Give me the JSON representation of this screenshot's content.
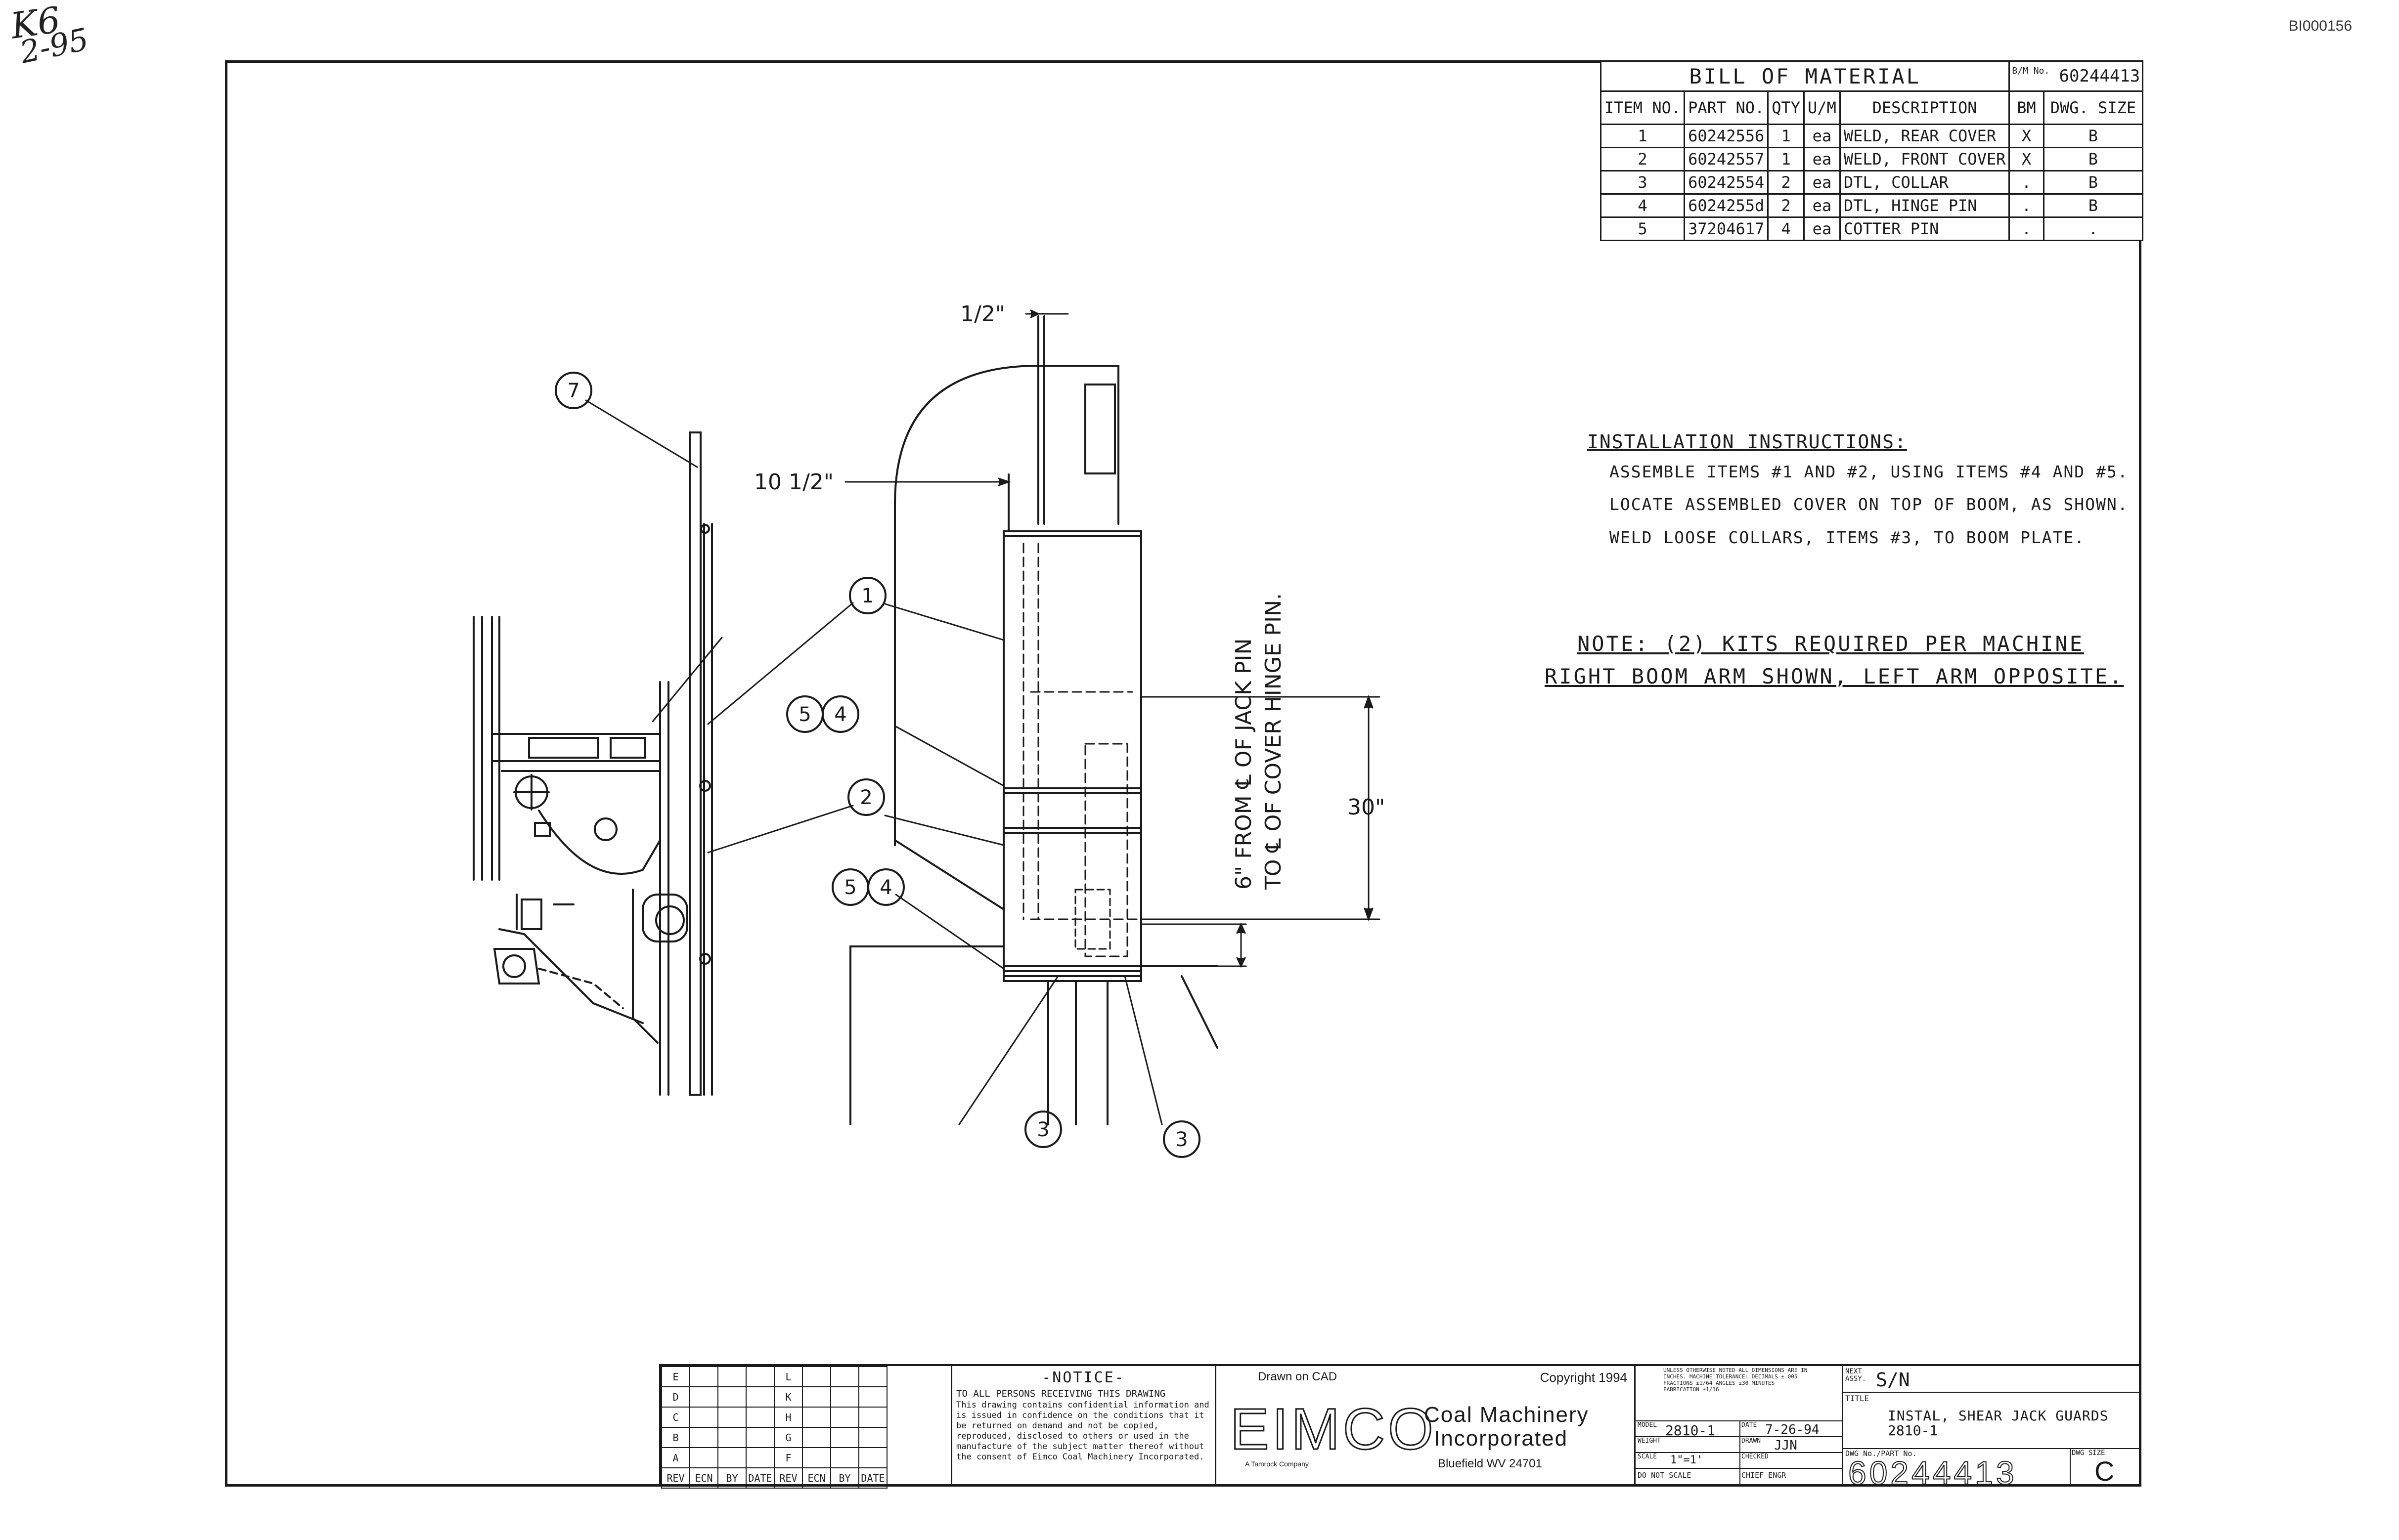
{
  "handwriting": {
    "line1": "K6",
    "line2": "2-95"
  },
  "scan_ref": "BI000156",
  "bom": {
    "title": "BILL OF MATERIAL",
    "bm_no_label": "B/M No.",
    "bm_no": "60244413",
    "headers": {
      "item": "ITEM NO.",
      "part": "PART NO.",
      "qty": "QTY",
      "um": "U/M",
      "desc": "DESCRIPTION",
      "bm": "BM",
      "size": "DWG. SIZE"
    },
    "rows": [
      {
        "item": "1",
        "part": "60242556",
        "qty": "1",
        "um": "ea",
        "desc": "WELD, REAR COVER",
        "bm": "X",
        "size": "B"
      },
      {
        "item": "2",
        "part": "60242557",
        "qty": "1",
        "um": "ea",
        "desc": "WELD, FRONT COVER",
        "bm": "X",
        "size": "B"
      },
      {
        "item": "3",
        "part": "60242554",
        "qty": "2",
        "um": "ea",
        "desc": "DTL, COLLAR",
        "bm": ".",
        "size": "B"
      },
      {
        "item": "4",
        "part": "6024255d",
        "qty": "2",
        "um": "ea",
        "desc": "DTL, HINGE PIN",
        "bm": ".",
        "size": "B"
      },
      {
        "item": "5",
        "part": "37204617",
        "qty": "4",
        "um": "ea",
        "desc": "COTTER PIN",
        "bm": ".",
        "size": "."
      }
    ]
  },
  "instructions": {
    "heading": "INSTALLATION INSTRUCTIONS:",
    "line1": "ASSEMBLE ITEMS #1 AND #2, USING ITEMS #4 AND #5.",
    "line2": "LOCATE ASSEMBLED COVER ON TOP OF BOOM, AS SHOWN.",
    "line3": "WELD LOOSE COLLARS, ITEMS #3, TO BOOM PLATE."
  },
  "note": {
    "line1": "NOTE: (2) KITS REQUIRED PER MACHINE",
    "line2": "RIGHT BOOM ARM SHOWN, LEFT ARM OPPOSITE."
  },
  "dimensions": {
    "half_inch": "1/2\"",
    "ten_half": "10 1/2\"",
    "thirty": "30\"",
    "vertical_note_1": "6\" FROM ℄ OF JACK PIN",
    "vertical_note_2": "TO ℄ OF COVER HINGE PIN."
  },
  "balloons": {
    "b7": "7",
    "b1": "1",
    "b5a": "5",
    "b4a": "4",
    "b2": "2",
    "b5b": "5",
    "b4b": "4",
    "b3a": "3",
    "b3b": "3"
  },
  "title_block": {
    "rev_letters_left": [
      "E",
      "D",
      "C",
      "B",
      "A"
    ],
    "rev_letters_right": [
      "L",
      "K",
      "H",
      "G",
      "F"
    ],
    "rev_headers": [
      "REV",
      "ECN",
      "BY",
      "DATE",
      "REV",
      "ECN",
      "BY",
      "DATE"
    ],
    "notice_title": "-NOTICE-",
    "notice_line1": "TO ALL PERSONS RECEIVING THIS DRAWING",
    "notice_body": "This drawing contains confidential information and is issued in confidence on the conditions that it be returned on demand and not be copied, reproduced, disclosed to others or used in the manufacture of the subject matter thereof without the consent of Eimco Coal Machinery Incorporated.",
    "drawn_on": "Drawn on CAD",
    "copyright": "Copyright 1994",
    "company_logo": "EIMCO",
    "company_line1": "Coal Machinery",
    "company_line2": "Incorporated",
    "company_city": "Bluefield WV 24701",
    "company_tag": "A Tamrock Company",
    "tolerance_text": "UNLESS OTHERWISE NOTED ALL DIMENSIONS ARE IN INCHES. MACHINE TOLERANCE: DECIMALS ±.005  FRACTIONS ±1/64  ANGLES ±30 MINUTES  FABRICATION ±1/16",
    "model_label": "MODEL",
    "model": "2810-1",
    "date_label": "DATE",
    "date": "7-26-94",
    "weight_label": "WEIGHT",
    "drawn_label": "DRAWN",
    "drawn": "JJN",
    "scale_label": "SCALE",
    "scale": "1\"=1'",
    "checked_label": "CHECKED",
    "do_not_scale": "DO NOT SCALE",
    "chief_label": "CHIEF ENGR",
    "next_assy_label": "NEXT ASSY.",
    "next_assy": "S/N",
    "title_label": "TITLE",
    "title_line1": "INSTAL, SHEAR JACK GUARDS",
    "title_line2": "2810-1",
    "dwg_label": "DWG No./PART No.",
    "dwg_no": "60244413",
    "size_label": "DWG SIZE",
    "size": "C"
  },
  "colors": {
    "ink": "#1a1a1a",
    "paper": "#ffffff"
  }
}
